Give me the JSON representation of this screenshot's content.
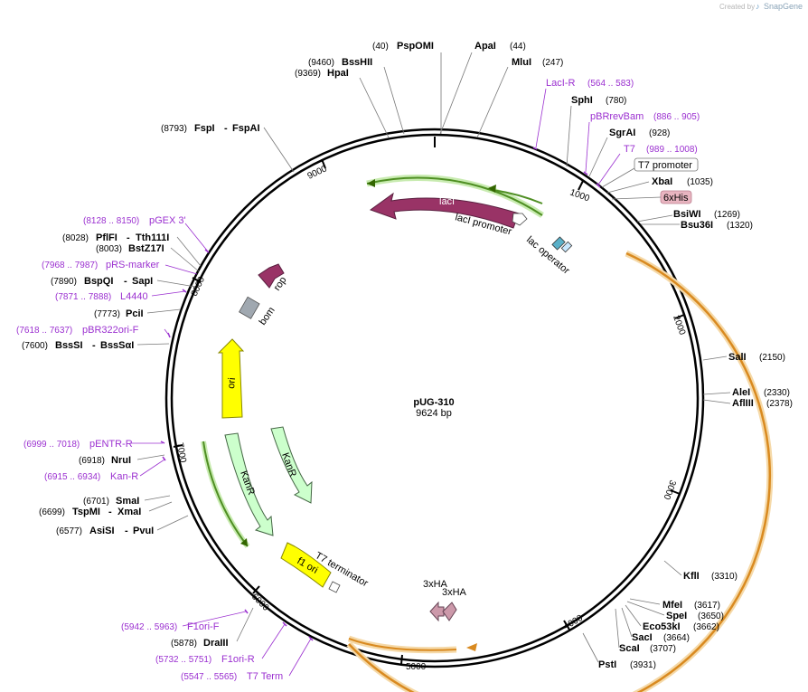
{
  "credit": {
    "prefix": "Created by",
    "brand": "SnapGene"
  },
  "plasmid": {
    "name": "pUG-310",
    "length_label": "9624 bp"
  },
  "ticks": [
    "1000",
    "2000",
    "3000",
    "4000",
    "5000",
    "6000",
    "7000",
    "8000",
    "9000"
  ],
  "features": {
    "lacI": "lacI",
    "lacI_promoter": "lacI promoter",
    "lac_operator": "lac operator",
    "rop": "rop",
    "bom": "bom",
    "ori": "ori",
    "kanR1": "KanR",
    "kanR2": "KanR",
    "f1ori": "f1 ori",
    "t7_terminator": "T7 terminator",
    "ha1": "3xHA",
    "ha2": "3xHA",
    "t7_promoter": "T7 promoter",
    "his": "6xHis"
  },
  "labels": {
    "PspOMI": {
      "name": "PspOMI",
      "pos": "(40)"
    },
    "ApaI": {
      "name": "ApaI",
      "pos": "(44)"
    },
    "BssHII": {
      "name": "BssHII",
      "pos": "(9460)"
    },
    "HpaI": {
      "name": "HpaI",
      "pos": "(9369)"
    },
    "MluI": {
      "name": "MluI",
      "pos": "(247)"
    },
    "LacIR": {
      "name": "LacI-R",
      "pos": "(564 .. 583)"
    },
    "SphI": {
      "name": "SphI",
      "pos": "(780)"
    },
    "pBRrevBam": {
      "name": "pBRrevBam",
      "pos": "(886 .. 905)"
    },
    "SgrAI": {
      "name": "SgrAI",
      "pos": "(928)"
    },
    "T7": {
      "name": "T7",
      "pos": "(989 .. 1008)"
    },
    "XbaI": {
      "name": "XbaI",
      "pos": "(1035)"
    },
    "BsiWI": {
      "name": "BsiWI",
      "pos": "(1269)"
    },
    "Bsu36I": {
      "name": "Bsu36I",
      "pos": "(1320)"
    },
    "FspI": {
      "name": "FspI",
      "sep": "-",
      "name2": "FspAI",
      "pos": "(8793)"
    },
    "pGEX3": {
      "name": "pGEX 3'",
      "pos": "(8128 .. 8150)"
    },
    "PflFI": {
      "name": "PflFI",
      "sep": "-",
      "name2": "Tth111I",
      "pos": "(8028)"
    },
    "BstZ17I": {
      "name": "BstZ17I",
      "pos": "(8003)"
    },
    "pRSmarker": {
      "name": "pRS-marker",
      "pos": "(7968 .. 7987)"
    },
    "BspQI": {
      "name": "BspQI",
      "sep": "-",
      "name2": "SapI",
      "pos": "(7890)"
    },
    "L4440": {
      "name": "L4440",
      "pos": "(7871 .. 7888)"
    },
    "PciI": {
      "name": "PciI",
      "pos": "(7773)"
    },
    "pBR322oriF": {
      "name": "pBR322ori-F",
      "pos": "(7618 .. 7637)"
    },
    "BssSI": {
      "name": "BssSI",
      "sep": "-",
      "name2": "BssSαI",
      "pos": "(7600)"
    },
    "pENTRR": {
      "name": "pENTR-R",
      "pos": "(6999 .. 7018)"
    },
    "NruI": {
      "name": "NruI",
      "pos": "(6918)"
    },
    "KanR_p": {
      "name": "Kan-R",
      "pos": "(6915 .. 6934)"
    },
    "SmaI": {
      "name": "SmaI",
      "pos": "(6701)"
    },
    "TspMI": {
      "name": "TspMI",
      "sep": "-",
      "name2": "XmaI",
      "pos": "(6699)"
    },
    "AsiSI": {
      "name": "AsiSI",
      "sep": "-",
      "name2": "PvuI",
      "pos": "(6577)"
    },
    "F1oriF": {
      "name": "F1ori-F",
      "pos": "(5942 .. 5963)"
    },
    "DraIII": {
      "name": "DraIII",
      "pos": "(5878)"
    },
    "F1oriR": {
      "name": "F1ori-R",
      "pos": "(5732 .. 5751)"
    },
    "T7Term": {
      "name": "T7 Term",
      "pos": "(5547 .. 5565)"
    },
    "SalI": {
      "name": "SalI",
      "pos": "(2150)"
    },
    "AleI": {
      "name": "AleI",
      "pos": "(2330)"
    },
    "AflIII": {
      "name": "AflIII",
      "pos": "(2378)"
    },
    "KflI": {
      "name": "KflI",
      "pos": "(3310)"
    },
    "MfeI": {
      "name": "MfeI",
      "pos": "(3617)"
    },
    "SpeI": {
      "name": "SpeI",
      "pos": "(3650)"
    },
    "Eco53kI": {
      "name": "Eco53kI",
      "pos": "(3662)"
    },
    "SacI": {
      "name": "SacI",
      "pos": "(3664)"
    },
    "ScaI": {
      "name": "ScaI",
      "pos": "(3707)"
    },
    "PstI": {
      "name": "PstI",
      "pos": "(3931)"
    }
  },
  "colors": {
    "lacI": "#993366",
    "ori": "#ffff00",
    "kanR": "#ccffcc",
    "bom": "#a0a8b0",
    "ha": "#cc99aa",
    "his": "#e8b4c0",
    "orange_arc": "#f0b060",
    "green_arc": "#66aa33",
    "primer": "#9b30d0"
  }
}
